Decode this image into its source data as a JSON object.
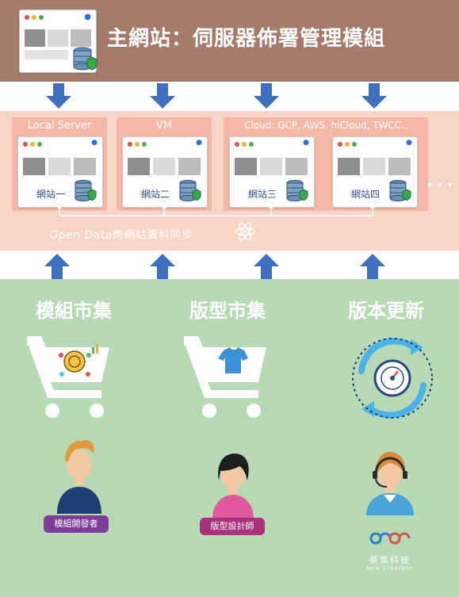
{
  "header": {
    "title": "主網站：伺服器佈署管理模組"
  },
  "panels": [
    {
      "title": "Local Server"
    },
    {
      "title": "VM"
    },
    {
      "title": "Cloud: GCP, AWS, hiCloud, TWCC.."
    }
  ],
  "sites": [
    {
      "label": "網站一"
    },
    {
      "label": "網站二"
    },
    {
      "label": "網站三"
    },
    {
      "label": "網站四"
    }
  ],
  "more": "• • •",
  "sync": {
    "label": "Open Data跨網站資料同步"
  },
  "categories": [
    {
      "label": "模組市集",
      "role": "模組開發者",
      "icon": "cart-module-icon"
    },
    {
      "label": "版型市集",
      "role": "版型設計師",
      "icon": "cart-theme-icon"
    },
    {
      "label": "版本更新",
      "role": "",
      "icon": "update-cycle-icon"
    }
  ],
  "brand": {
    "name": "新策科技",
    "tagline": "NEW STRATEGY"
  },
  "colors": {
    "header": "#a57b6b",
    "mid_band": "#f8d5c7",
    "panel": "#f3b9a6",
    "bottom": "#b7d9b6",
    "arrow": "#3f6fbf",
    "badge_purple": "#7e3c9a",
    "badge_magenta": "#a8337a"
  }
}
